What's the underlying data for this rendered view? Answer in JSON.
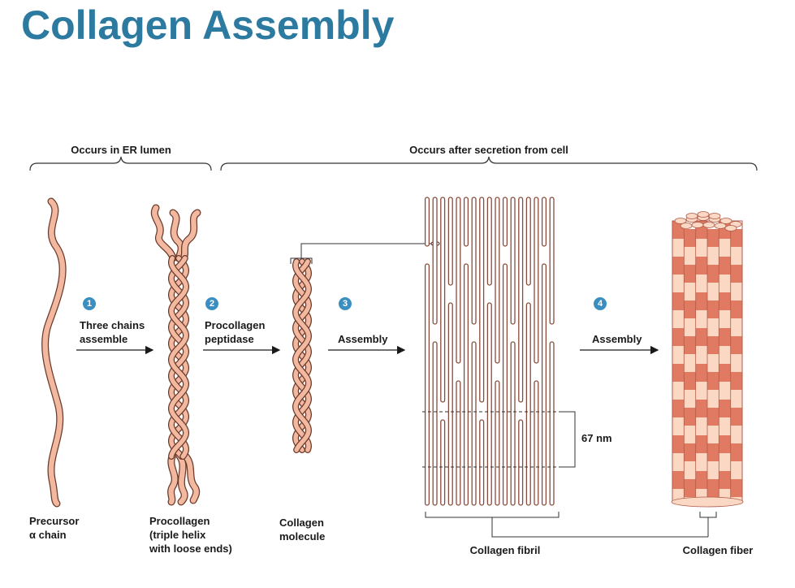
{
  "title": "Collagen Assembly",
  "regions": {
    "er_lumen": "Occurs in ER lumen",
    "after_secretion": "Occurs after secretion from cell"
  },
  "steps": [
    {
      "number": "1",
      "label": "Three chains\nassemble"
    },
    {
      "number": "2",
      "label": "Procollagen\npeptidase"
    },
    {
      "number": "3",
      "label": "Assembly"
    },
    {
      "number": "4",
      "label": "Assembly"
    }
  ],
  "structures": {
    "precursor": "Precursor\nα chain",
    "procollagen": "Procollagen\n(triple helix\nwith loose ends)",
    "molecule": "Collagen\nmolecule",
    "fibril": "Collagen fibril",
    "fiber": "Collagen fiber"
  },
  "measurement": "67 nm",
  "colors": {
    "title": "#2d7aa0",
    "strand_fill": "#f2b8a0",
    "strand_outline": "#6b3a2a",
    "fibril_line": "#8a4a3a",
    "fiber_dark": "#e07a62",
    "fiber_light": "#fbd8c4",
    "step_badge": "#3b8ec0"
  }
}
